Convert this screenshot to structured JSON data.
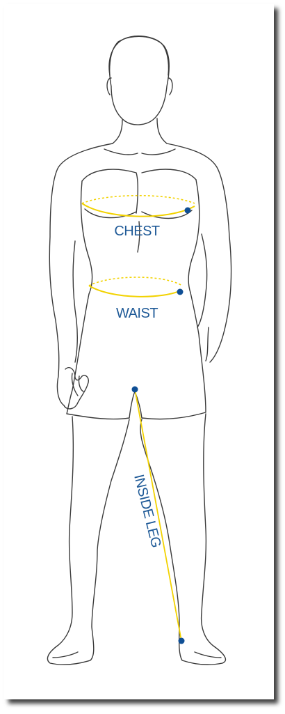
{
  "labels": {
    "chest": "CHEST",
    "waist": "WAIST",
    "inside_leg": "INSIDE LEG"
  },
  "colors": {
    "outline": "#3a3a3a",
    "measure_line": "#f2d200",
    "label_text": "#1f5a97",
    "point": "#0f4f95"
  },
  "icons": {
    "measurement_point": "circle"
  }
}
